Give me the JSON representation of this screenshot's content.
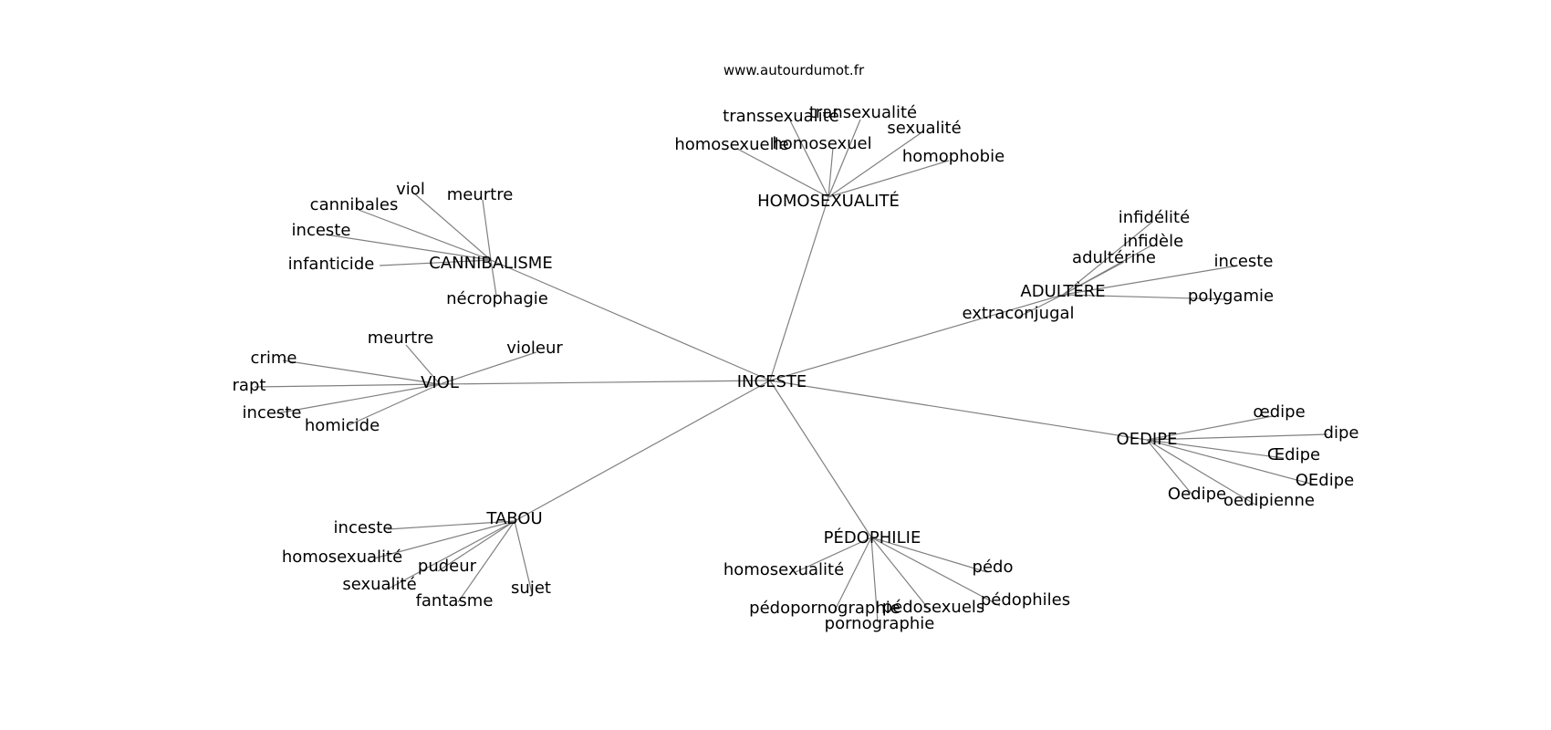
{
  "site": "www.autourdumot.fr",
  "colors": {
    "edge": "#808080",
    "text": "#000000",
    "background": "#ffffff"
  },
  "graph": {
    "center": "INCESTE",
    "clusters": [
      {
        "hub": "HOMOSEXUALITÉ",
        "leaves": [
          "transsexualité",
          "transexualité",
          "sexualité",
          "homosexuelle",
          "homosexuel",
          "homophobie"
        ]
      },
      {
        "hub": "CANNIBALISME",
        "leaves": [
          "viol",
          "meurtre",
          "cannibales",
          "inceste",
          "infanticide",
          "nécrophagie"
        ]
      },
      {
        "hub": "ADULTÈRE",
        "leaves": [
          "infidélité",
          "infidèle",
          "adultérine",
          "inceste",
          "polygamie",
          "extraconjugal"
        ]
      },
      {
        "hub": "VIOL",
        "leaves": [
          "meurtre",
          "violeur",
          "crime",
          "rapt",
          "inceste",
          "homicide"
        ]
      },
      {
        "hub": "OEDIPE",
        "leaves": [
          "œdipe",
          "dipe",
          "Œdipe",
          "OEdipe",
          "Oedipe",
          "oedipienne"
        ]
      },
      {
        "hub": "TABOU",
        "leaves": [
          "inceste",
          "homosexualité",
          "pudeur",
          "sexualité",
          "fantasme",
          "sujet"
        ]
      },
      {
        "hub": "PÉDOPHILIE",
        "leaves": [
          "pédo",
          "homosexualité",
          "pédophiles",
          "pédopornographie",
          "pédosexuels",
          "pornographie"
        ]
      }
    ]
  }
}
